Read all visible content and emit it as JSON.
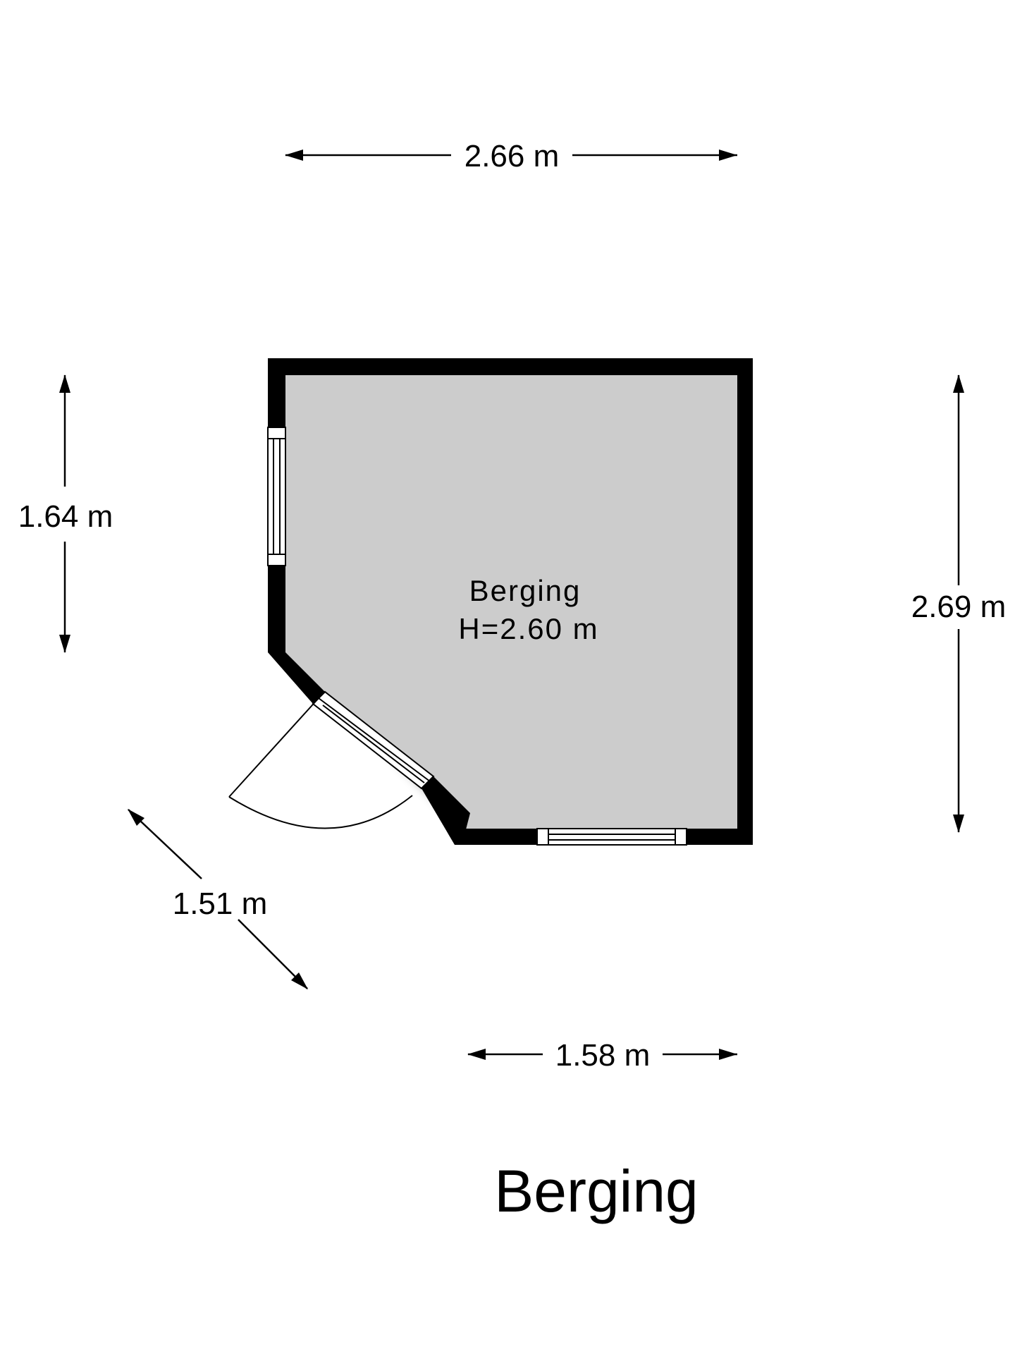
{
  "floor_name": "Berging",
  "room": {
    "name": "Berging",
    "height_label": "H=2.60 m"
  },
  "dimensions": {
    "top_width": "2.66 m",
    "left_height": "1.64 m",
    "right_height": "2.69 m",
    "diagonal": "1.51 m",
    "bottom_width": "1.58 m"
  },
  "colors": {
    "wall": "#000000",
    "floor": "#cccccc",
    "background": "#ffffff"
  }
}
